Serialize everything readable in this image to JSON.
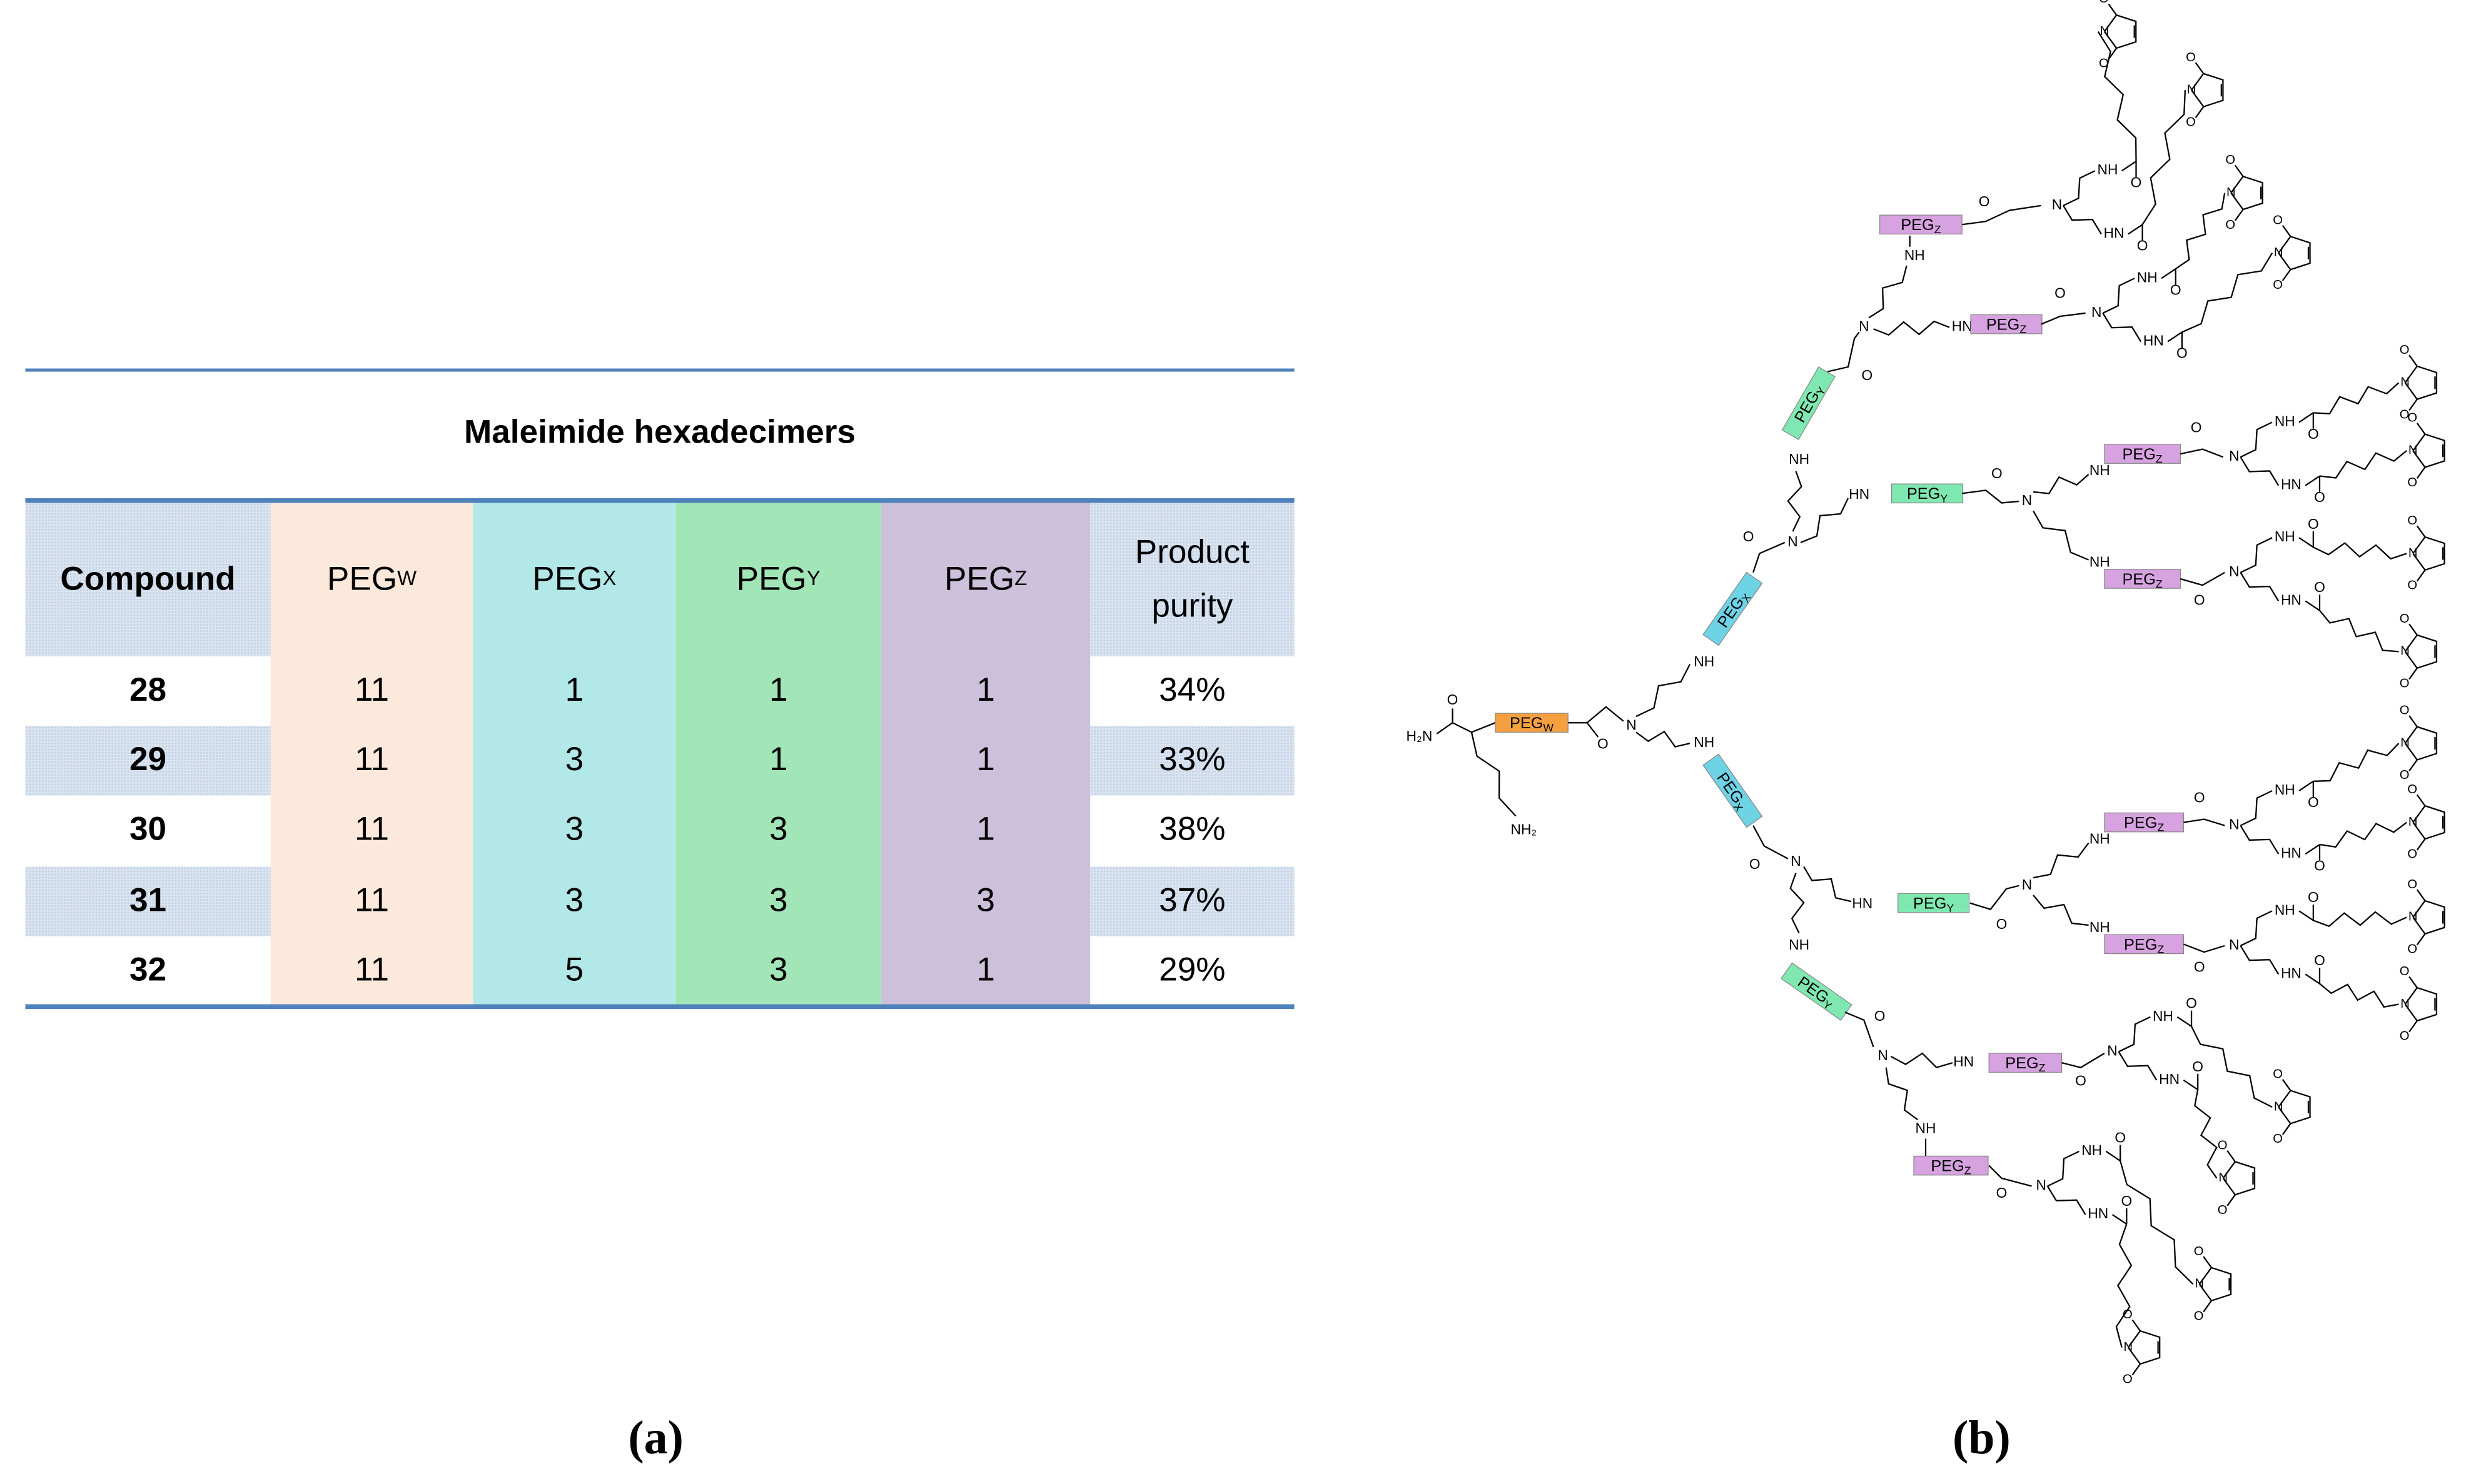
{
  "table": {
    "title": "Maleimide hexadecimers",
    "headers": {
      "compound": "Compound",
      "peg_w": {
        "base": "PEG",
        "sub": "W"
      },
      "peg_x": {
        "base": "PEG",
        "sub": "X"
      },
      "peg_y": {
        "base": "PEG",
        "sub": "Y"
      },
      "peg_z": {
        "base": "PEG",
        "sub": "Z"
      },
      "purity_line1": "Product",
      "purity_line2": "purity"
    },
    "rows": [
      {
        "compound": "28",
        "peg_w": "11",
        "peg_x": "1",
        "peg_y": "1",
        "peg_z": "1",
        "purity": "34%"
      },
      {
        "compound": "29",
        "peg_w": "11",
        "peg_x": "3",
        "peg_y": "1",
        "peg_z": "1",
        "purity": "33%"
      },
      {
        "compound": "30",
        "peg_w": "11",
        "peg_x": "3",
        "peg_y": "3",
        "peg_z": "1",
        "purity": "38%"
      },
      {
        "compound": "31",
        "peg_w": "11",
        "peg_x": "3",
        "peg_y": "3",
        "peg_z": "3",
        "purity": "37%"
      },
      {
        "compound": "32",
        "peg_w": "11",
        "peg_x": "5",
        "peg_y": "3",
        "peg_z": "1",
        "purity": "29%"
      }
    ],
    "colors": {
      "rule": "#4f81bd",
      "peg_w": "#fce9db",
      "peg_x": "#b2e8e8",
      "peg_y": "#a2e6b7",
      "peg_z": "#ccc0da",
      "stripe": "#dbe5f1"
    }
  },
  "diagram": {
    "atoms": {
      "N": "N",
      "NH": "NH",
      "HN": "HN",
      "O": "O",
      "H2N": "H₂N",
      "NH2": "NH₂"
    },
    "peg": {
      "base": "PEG",
      "w": "W",
      "x": "X",
      "y": "Y",
      "z": "Z"
    },
    "colors": {
      "w": "#f5a040",
      "x": "#6fd3e6",
      "y": "#7fe8b0",
      "z": "#d6a2e0"
    }
  },
  "panels": {
    "a": "(a)",
    "b": "(b)"
  }
}
